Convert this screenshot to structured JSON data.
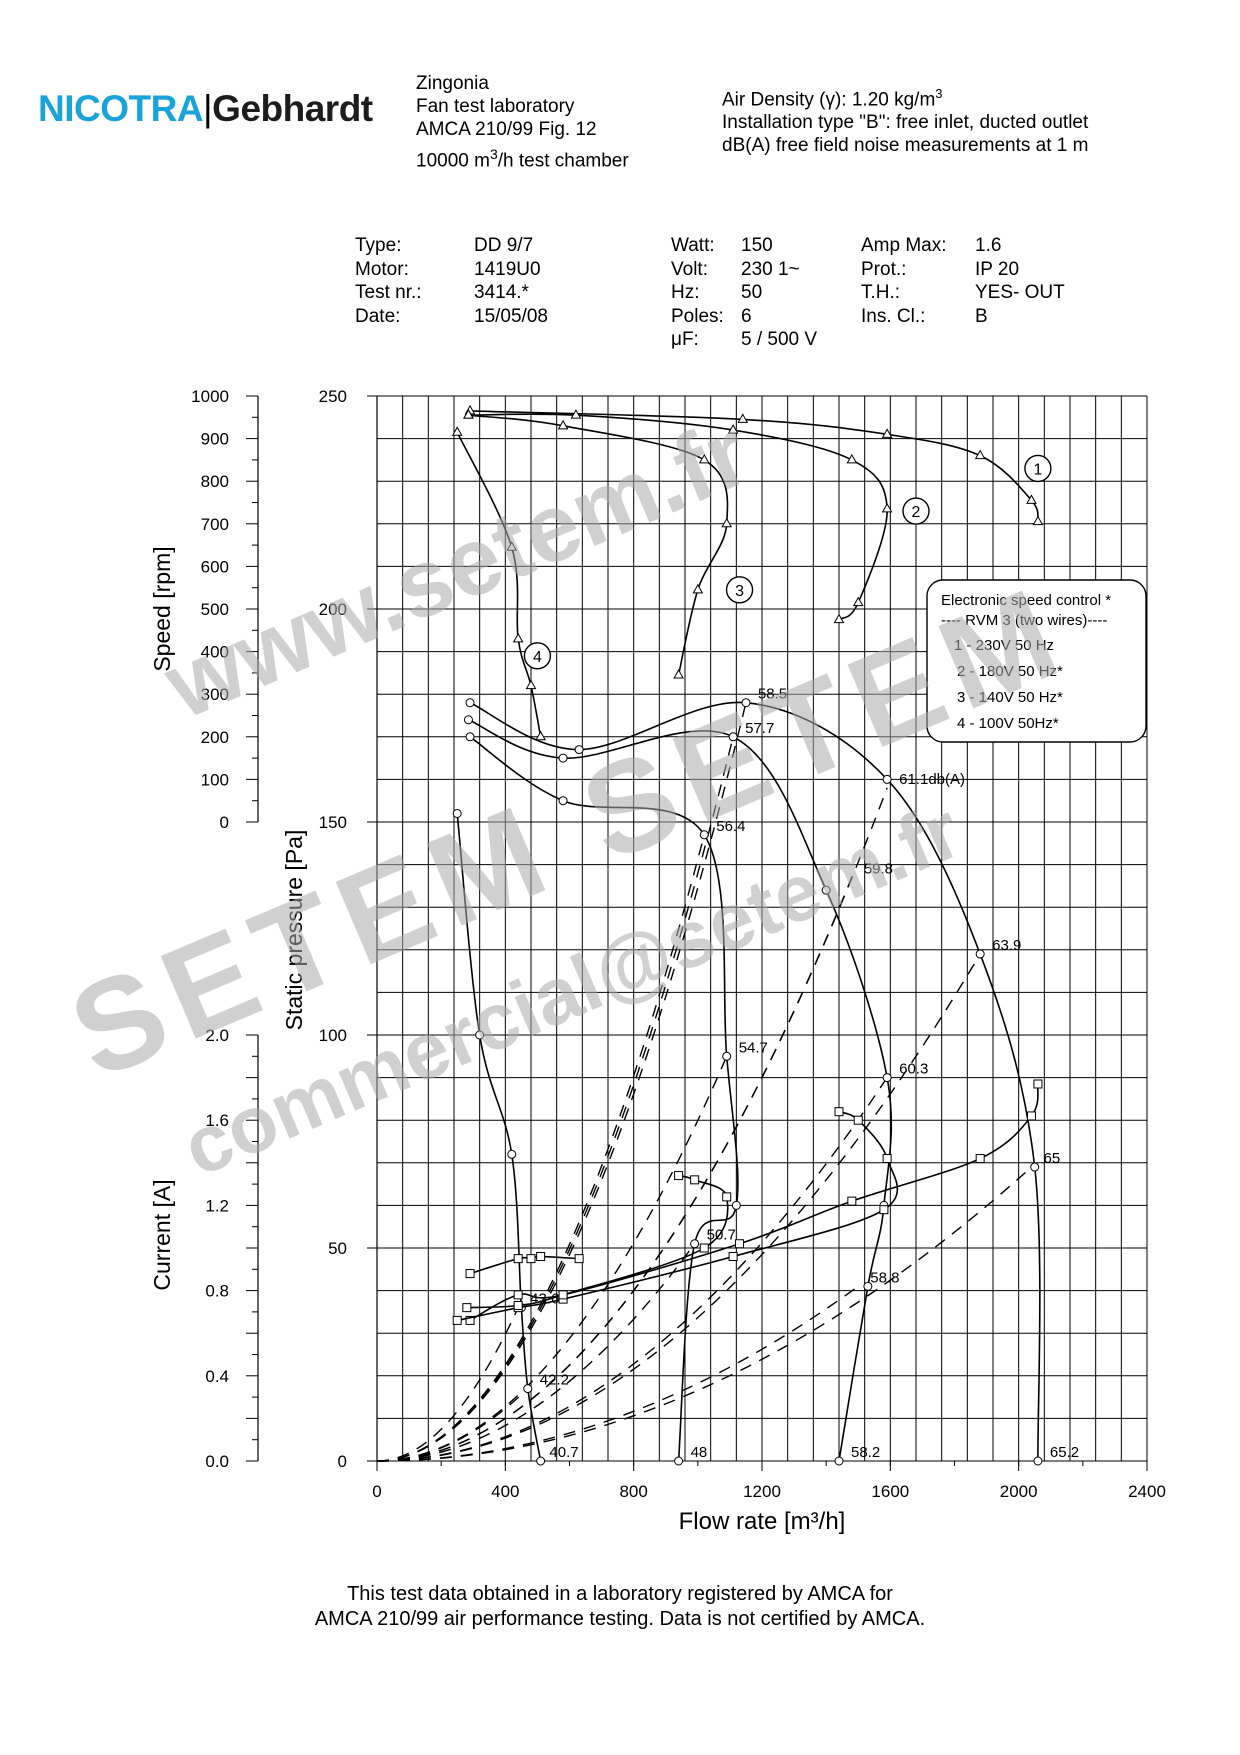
{
  "header": {
    "logo_part1": "NICOTRA",
    "logo_sep": "|",
    "logo_part2": "Gebhardt",
    "lab_lines": [
      "Zingonia",
      "Fan test laboratory",
      "AMCA 210/99 Fig. 12"
    ],
    "chamber_prefix": "10000 m",
    "chamber_sup": "3",
    "chamber_suffix": "/h test chamber",
    "air_density_prefix": "Air Density (",
    "air_density_symbol": "γ",
    "air_density_suffix": "):  1.20 kg/m",
    "air_density_sup": "3",
    "installation": "Installation type \"B\": free inlet, ducted outlet",
    "noise": "dB(A)  free field noise measurements at 1 m"
  },
  "specs": {
    "col1_labels": [
      "Type:",
      "Motor:",
      "Test nr.:",
      "Date:"
    ],
    "col1_values": [
      "DD 9/7",
      "1419U0",
      "3414.*",
      "15/05/08"
    ],
    "col2_labels": [
      "Watt:",
      "Volt:",
      "Hz:",
      "Poles:",
      "μF:"
    ],
    "col2_values": [
      "150",
      "230 1~",
      "50",
      "6",
      "5 / 500 V"
    ],
    "col3_labels": [
      "Amp Max:",
      "Prot.:",
      "T.H.:",
      "Ins. Cl.:"
    ],
    "col3_values": [
      "1.6",
      "IP 20",
      "YES- OUT",
      "B"
    ]
  },
  "legend": {
    "title": "Electronic speed control *",
    "subtitle": "---- RVM 3 (two wires)----",
    "items": [
      "1 - 230V 50 Hz",
      "2 - 180V 50 Hz*",
      "3 - 140V 50 Hz*",
      "4 - 100V  50Hz*"
    ]
  },
  "footer": {
    "line1": "This test data obtained in a laboratory registered by AMCA for",
    "line2": "AMCA 210/99 air performance testing. Data is not certified by AMCA."
  },
  "watermarks": [
    "www.setem.fr",
    "SETEM SETEM",
    "commercial@setem.fr"
  ],
  "chart_data": {
    "type": "line",
    "xlabel": "Flow rate [m³/h]",
    "x_ticks": [
      0,
      400,
      800,
      1200,
      1600,
      2000,
      2400
    ],
    "xlim": [
      0,
      2400
    ],
    "pressure_axis": {
      "label": "Static pressure [Pa]",
      "ticks": [
        0,
        50,
        100,
        150,
        200,
        250
      ],
      "ylim": [
        0,
        250
      ]
    },
    "speed_axis": {
      "label": "Speed [rpm]",
      "ticks": [
        0,
        100,
        200,
        300,
        400,
        500,
        600,
        700,
        800,
        900,
        1000
      ],
      "ylim": [
        0,
        1000
      ]
    },
    "current_axis": {
      "label": "Current [A]",
      "ticks": [
        0.0,
        0.4,
        0.8,
        1.2,
        1.6,
        2.0
      ],
      "ylim": [
        0,
        2.0
      ]
    },
    "curve_labels": [
      "1",
      "2",
      "3",
      "4"
    ],
    "pressure_series": [
      {
        "name": "1",
        "x": [
          290,
          630,
          1150,
          1590,
          1880,
          2050,
          2060
        ],
        "y": [
          178,
          167,
          178,
          160,
          119,
          69,
          0
        ]
      },
      {
        "name": "2",
        "x": [
          285,
          580,
          1110,
          1400,
          1590,
          1580,
          1530,
          1440
        ],
        "y": [
          174,
          165,
          170,
          134,
          90,
          60,
          41,
          0
        ]
      },
      {
        "name": "3",
        "x": [
          290,
          580,
          1020,
          1090,
          1120,
          990,
          940
        ],
        "y": [
          170,
          155,
          147,
          95,
          60,
          51,
          0
        ]
      },
      {
        "name": "4",
        "x": [
          250,
          320,
          420,
          450,
          470,
          510
        ],
        "y": [
          152,
          100,
          72,
          36,
          17,
          0
        ]
      }
    ],
    "speed_series": [
      {
        "name": "1",
        "x": [
          290,
          1140,
          1590,
          1880,
          2040,
          2060
        ],
        "y": [
          965,
          945,
          910,
          860,
          755,
          705
        ]
      },
      {
        "name": "2",
        "x": [
          285,
          620,
          1110,
          1480,
          1590,
          1500,
          1440
        ],
        "y": [
          955,
          955,
          920,
          850,
          735,
          515,
          475
        ]
      },
      {
        "name": "3",
        "x": [
          285,
          580,
          1020,
          1090,
          1000,
          940
        ],
        "y": [
          955,
          930,
          850,
          700,
          545,
          345
        ]
      },
      {
        "name": "4",
        "x": [
          250,
          420,
          440,
          480,
          510
        ],
        "y": [
          915,
          645,
          430,
          320,
          200
        ]
      }
    ],
    "current_series": [
      {
        "name": "1",
        "x": [
          290,
          440,
          580,
          1130,
          1480,
          1880,
          2040,
          2060
        ],
        "y": [
          0.66,
          0.78,
          0.78,
          1.02,
          1.22,
          1.42,
          1.62,
          1.77
        ]
      },
      {
        "name": "2",
        "x": [
          250,
          440,
          580,
          1110,
          1580,
          1590,
          1500,
          1440
        ],
        "y": [
          0.66,
          0.72,
          0.76,
          0.96,
          1.18,
          1.42,
          1.6,
          1.64
        ]
      },
      {
        "name": "3",
        "x": [
          280,
          440,
          580,
          1020,
          1090,
          990,
          940
        ],
        "y": [
          0.72,
          0.73,
          0.78,
          1.0,
          1.24,
          1.32,
          1.34
        ]
      },
      {
        "name": "4",
        "x": [
          290,
          440,
          480,
          510,
          630
        ],
        "y": [
          0.88,
          0.95,
          0.95,
          0.96,
          0.95
        ]
      }
    ],
    "system_lines_db": [
      {
        "x": 500,
        "y": 0,
        "label": "40.7"
      },
      {
        "x": 470,
        "y": 17,
        "label": "42.2"
      },
      {
        "x": 440,
        "y": 36,
        "label": "43.6"
      },
      {
        "x": 940,
        "y": 0,
        "label": "48"
      },
      {
        "x": 990,
        "y": 51,
        "label": "50.7"
      },
      {
        "x": 1090,
        "y": 95,
        "label": "54.7"
      },
      {
        "x": 1020,
        "y": 147,
        "label": "56.4"
      },
      {
        "x": 1110,
        "y": 170,
        "label": "57.7"
      },
      {
        "x": 1150,
        "y": 178,
        "label": "58.5"
      },
      {
        "x": 1440,
        "y": 0,
        "label": "58.2"
      },
      {
        "x": 1500,
        "y": 41,
        "label": "58.8"
      },
      {
        "x": 1480,
        "y": 137,
        "label": "59.8"
      },
      {
        "x": 1590,
        "y": 90,
        "label": "60.3"
      },
      {
        "x": 1590,
        "y": 158,
        "label": "61.1db(A)"
      },
      {
        "x": 1880,
        "y": 119,
        "label": "63.9"
      },
      {
        "x": 2040,
        "y": 69,
        "label": "65"
      },
      {
        "x": 2060,
        "y": 0,
        "label": "65.2"
      }
    ],
    "colors": {
      "grid": "#000000",
      "curves": "#000000",
      "logo_blue": "#1aa3d8",
      "watermark": "#aaaaaa"
    }
  }
}
